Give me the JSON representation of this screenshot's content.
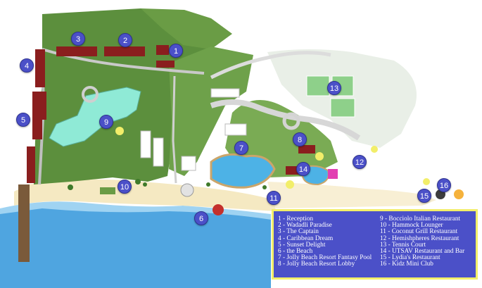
{
  "colors": {
    "sea": "#4fa5e0",
    "beach": "#f5e9c2",
    "lawn": "#5c8f3d",
    "building_red": "#8a1e1e",
    "lobby_aqua": "#8fead6",
    "marker": "#4b50c8",
    "legend_border": "#f2ee6a"
  },
  "markers": [
    {
      "label": "1"
    },
    {
      "label": "2"
    },
    {
      "label": "3"
    },
    {
      "label": "4"
    },
    {
      "label": "5"
    },
    {
      "label": "6"
    },
    {
      "label": "7"
    },
    {
      "label": "8"
    },
    {
      "label": "9"
    },
    {
      "label": "10"
    },
    {
      "label": "11"
    },
    {
      "label": "12"
    },
    {
      "label": "13"
    },
    {
      "label": "14"
    },
    {
      "label": "15"
    },
    {
      "label": "16"
    }
  ],
  "legend": {
    "col1": [
      "1 - Reception",
      "2 - Wadadli Paradise",
      "3 -  The Captain",
      "4 - Caribbean Dream",
      "5 - Sunset Delight",
      "6 - the Beach",
      "7 - Jolly Beach Resort Fantasy Pool",
      "8 - Jolly Beach Resort Lobby"
    ],
    "col2": [
      "9 - Bocciolo Italian Restaurant",
      "10 - Hammock Lounger",
      "11 - Coconut Grill Restaurant",
      "12 - Hemishpheres Restaurant",
      "13 - Tennis Court",
      "14 - UTSAV Restaurant and Bar",
      "15 - Lydia's Restaurant",
      "16 - Kidz Mini Club"
    ]
  }
}
